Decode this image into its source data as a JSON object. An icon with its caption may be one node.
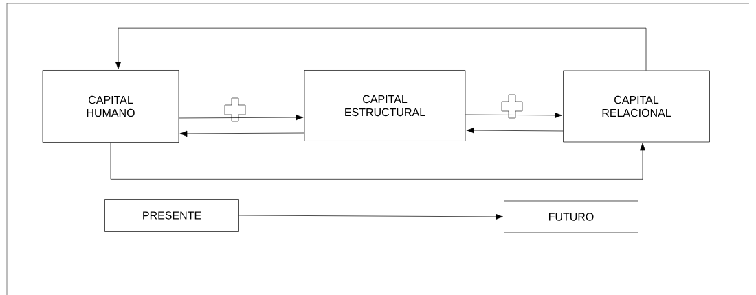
{
  "diagram": {
    "nodes": [
      {
        "text": [
          "CAPITAL HUMANO"
        ]
      },
      {
        "text": [
          "CAPITAL ESTRUCTURAL"
        ]
      },
      {
        "text": [
          "CAPITAL RELACIONAL"
        ]
      },
      {
        "text": [
          "PRESENTE"
        ]
      },
      {
        "text": [
          "FUTURO"
        ]
      }
    ],
    "edges": [
      {
        "from": 0,
        "to": 1,
        "arrow": "to"
      },
      {
        "from": 1,
        "to": 0,
        "arrow": "to"
      },
      {
        "from": 1,
        "to": 2,
        "arrow": "to"
      },
      {
        "from": 2,
        "to": 1,
        "arrow": "to"
      },
      {
        "from": 2,
        "to": 0,
        "arrow": "to"
      },
      {
        "from": 0,
        "to": 2,
        "arrow": "to"
      },
      {
        "from": 3,
        "to": 4,
        "arrow": "to"
      }
    ]
  }
}
